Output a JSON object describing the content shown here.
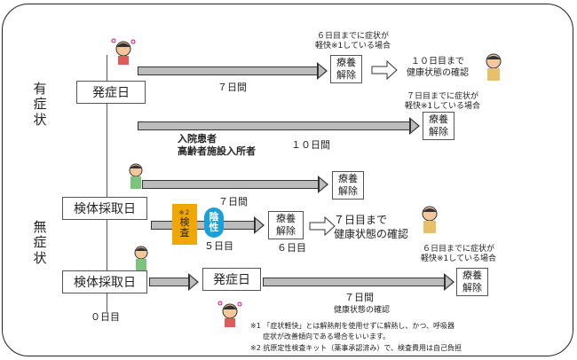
{
  "side_labels": {
    "symptomatic": "有\n症\n状",
    "asymptomatic": "無\n症\n状"
  },
  "boxes": {
    "onset_1": "発症日",
    "specimen_1": "検体採取日",
    "specimen_2": "検体採取日",
    "onset_2": "発症日"
  },
  "release": {
    "r1": "療養\n解除",
    "r2": "療養\n解除",
    "r3": "療養\n解除",
    "r4": "療養\n解除",
    "r5": "療養\n解除"
  },
  "conditions": {
    "c1": "６日目までに症状が\n軽快※1している場合",
    "c2": "７日目までに症状が\n軽快※1している場合",
    "c3": "６日目までに症状が\n軽快※1している場合"
  },
  "health_check": {
    "h1": "１０日目まで\n健康状態の確認",
    "h2": "７日目まで\n健康状態の確認",
    "h3": "健康状態の確認"
  },
  "durations": {
    "d1": "７日間",
    "d2": "１０日間",
    "d3": "７日間",
    "d4": "５日目",
    "d5": "６日目",
    "d6": "７日間"
  },
  "inpatient": "入院患者\n高齢者施設入所者",
  "test": {
    "mark": "※２",
    "label": "検\n査",
    "result": "陰\n性"
  },
  "day_zero": "０日目",
  "notes": {
    "n1": "※1 「症状軽快」とは解熱剤を使用せずに解熱し、かつ、呼吸器",
    "n1b": "症状が改善傾向である場合をいいます。",
    "n2": "※2 抗原定性検査キット（薬事承認済み）で、検査費用は自己負担"
  },
  "icons": [
    "dizzy-person-icon",
    "patient-person-icon",
    "healthy-person-icon",
    "healthy-person-icon",
    "healthy-person-icon",
    "dizzy-person-icon"
  ],
  "colors": {
    "arrow": "#bcbcbc",
    "test_box": "#f0a800",
    "negative_badge": "#1aa0d8"
  }
}
